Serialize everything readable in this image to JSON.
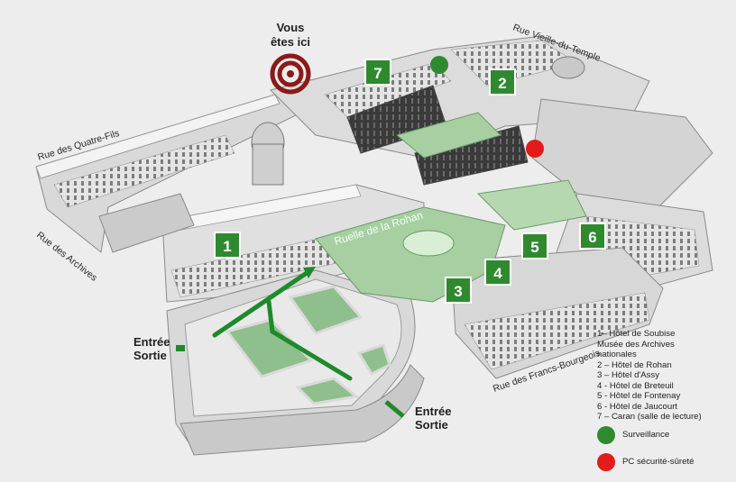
{
  "you_are_here": {
    "line1": "Vous",
    "line2": "êtes ici",
    "color": "#8b1a1a"
  },
  "streets": {
    "vieille_du_temple": "Rue Vieille-du-Temple",
    "quatre_fils": "Rue des Quatre-Fils",
    "archives": "Rue des Archives",
    "francs_bourgeois": "Rue des Francs-Bourgeois",
    "ruelle": "Ruelle de la Rohan"
  },
  "markers": [
    "1",
    "2",
    "3",
    "4",
    "5",
    "6",
    "7"
  ],
  "entrances": {
    "west": {
      "line1": "Entrée",
      "line2": "Sortie"
    },
    "south": {
      "line1": "Entrée",
      "line2": "Sortie"
    }
  },
  "legend": {
    "items": [
      "1– Hôtel de Soubise",
      "Musée des Archives",
      "nationales",
      "2 – Hôtel de Rohan",
      "3 – Hôtel d'Assy",
      "4 - Hôtel de Breteuil",
      "5 - Hôtel de Fontenay",
      "6 - Hôtel de Jaucourt",
      "7 – Caran (salle de lecture)"
    ],
    "surveillance": {
      "label": "Surveillance",
      "color": "#2f8a2f"
    },
    "pc": {
      "label": "PC sécurité-sûreté",
      "color": "#e21b1b"
    }
  },
  "colors": {
    "marker_green": "#2f8a2f",
    "garden": "#a7cfa2",
    "path_green": "#1e8a2a"
  }
}
